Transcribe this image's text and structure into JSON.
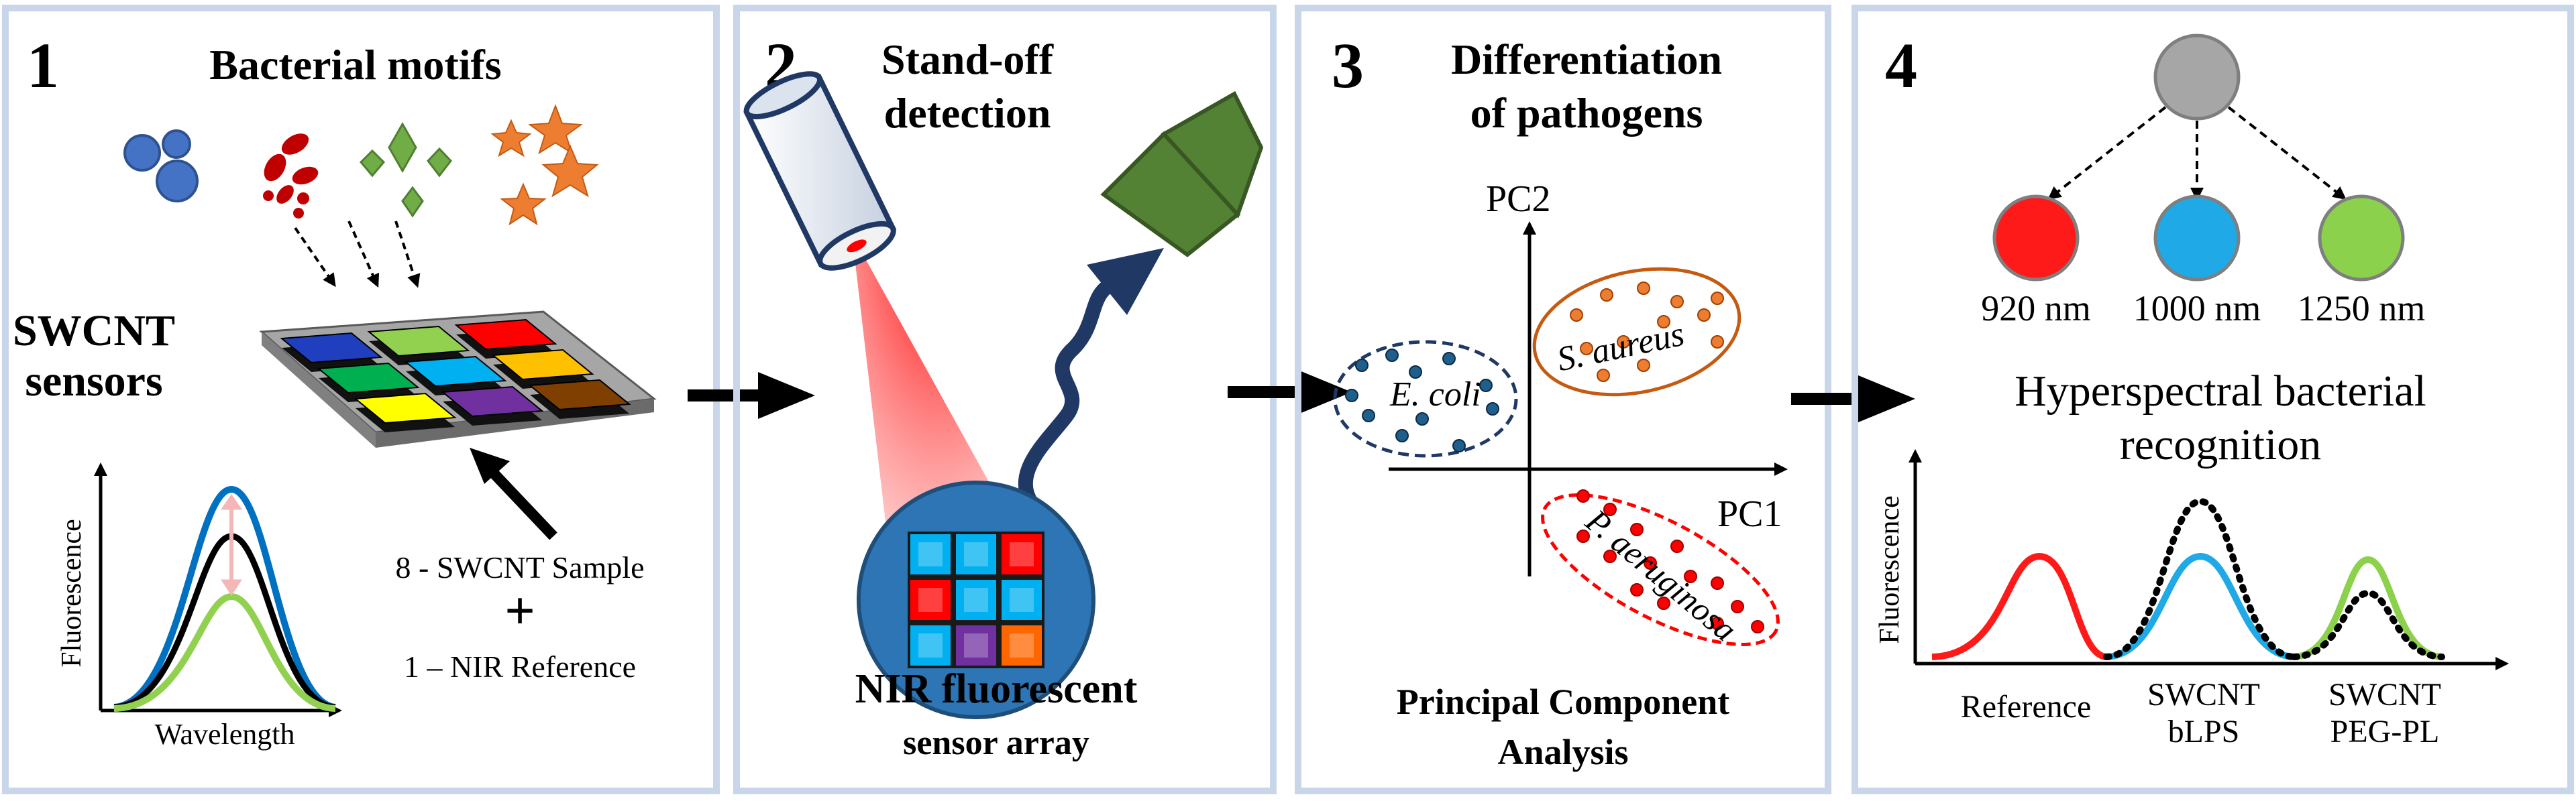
{
  "panels": [
    {
      "number": "1",
      "title_lines": [
        "Bacterial motifs"
      ],
      "sensor_label_lines": [
        "SWCNT",
        "sensors"
      ],
      "sample_label": "8 - SWCNT Sample",
      "plus": "+",
      "reference_label": "1 – NIR Reference",
      "y_axis_label": "Fluorescence",
      "x_axis_label": "Wavelength"
    },
    {
      "number": "2",
      "title_lines": [
        "Stand-off",
        "detection"
      ],
      "array_label_lines": [
        "NIR fluorescent",
        "sensor array"
      ]
    },
    {
      "number": "3",
      "title_lines": [
        "Differentiation",
        "of pathogens"
      ],
      "y_axis_label": "PC2",
      "x_axis_label": "PC1",
      "cluster_labels": [
        "E. coli",
        "S. aureus",
        "P. aeruginosa"
      ],
      "caption_lines": [
        "Principal Component",
        "Analysis"
      ]
    },
    {
      "number": "4",
      "wavelengths": [
        "920 nm",
        "1000 nm",
        "1250 nm"
      ],
      "title_lines": [
        "Hyperspectral bacterial",
        "recognition"
      ],
      "y_axis_label": "Fluorescence",
      "peak_labels": [
        "Reference",
        "SWCNT\nbLPS",
        "SWCNT\nPEG-PL"
      ]
    }
  ],
  "colors": {
    "panel_border": "#c9d6ea",
    "red": "#ff1a1a",
    "blue": "#1fa9e6",
    "green": "#8cd14b",
    "gray": "#a6a6a6",
    "navy": "#1f3864",
    "orange": "#ed7d31"
  }
}
